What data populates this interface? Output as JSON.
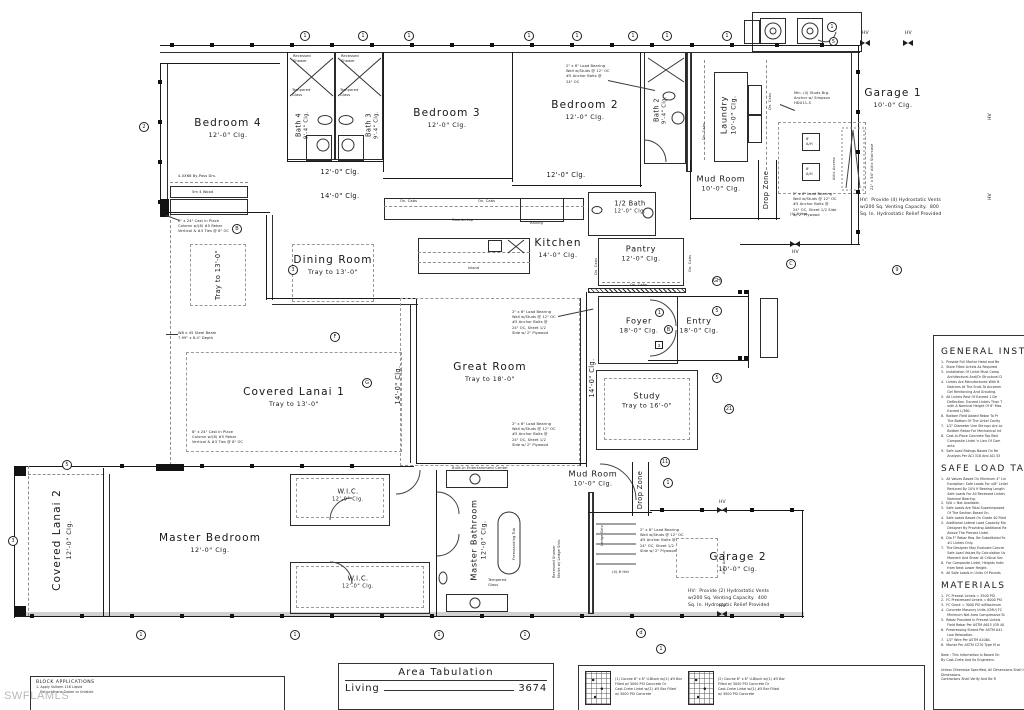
{
  "sheet": {
    "watermark": "SWFLAMLS",
    "background": "#ffffff",
    "line_color": "#1a1a1a"
  },
  "rooms": [
    {
      "name": "Bedroom 4",
      "ceiling": "12'-0\" Clg."
    },
    {
      "name": "Bath 4",
      "ceiling": "9'-4\" Clg."
    },
    {
      "name": "Bath 3",
      "ceiling": "9'-4\" Clg."
    },
    {
      "name": "Bedroom 3",
      "ceiling": "12'-0\" Clg."
    },
    {
      "name": "Bedroom 2",
      "ceiling": "12'-0\" Clg."
    },
    {
      "name": "Bath 2",
      "ceiling": "9'-4\" Clg."
    },
    {
      "name": "Laundry",
      "ceiling": "10'-0\" Clg."
    },
    {
      "name": "Garage 1",
      "ceiling": "10'-0\" Clg."
    },
    {
      "name": "Mud Room",
      "ceiling": "10'-0\" Clg."
    },
    {
      "name": "Drop Zone",
      "ceiling": ""
    },
    {
      "name": "1/2 Bath",
      "ceiling": "12'-0\" Clg."
    },
    {
      "name": "Kitchen",
      "ceiling": "14'-0\" Clg."
    },
    {
      "name": "Pantry",
      "ceiling": "12'-0\" Clg."
    },
    {
      "name": "Dining Room",
      "ceiling": "Tray to 13'-0\""
    },
    {
      "name": "Great Room",
      "ceiling": "Tray to 18'-0\""
    },
    {
      "name": "Foyer",
      "ceiling": "18'-0\" Clg."
    },
    {
      "name": "Entry",
      "ceiling": "18'-0\" Clg."
    },
    {
      "name": "Study",
      "ceiling": "Tray to 16'-0\""
    },
    {
      "name": "Covered Lanai 1",
      "ceiling": "Tray to 13'-0\""
    },
    {
      "name": "Covered Lanai 2",
      "ceiling": "12'-0\" Clg."
    },
    {
      "name": "Master Bedroom",
      "ceiling": "12'-0\" Clg."
    },
    {
      "name": "W.I.C.",
      "ceiling": "12'-0\" Clg."
    },
    {
      "name": "Master Bathroom",
      "ceiling": "12'-0\" Clg."
    },
    {
      "name": "Mud Room",
      "ceiling": "10'-0\" Clg."
    },
    {
      "name": "Garage 2",
      "ceiling": "10'-0\" Clg."
    }
  ],
  "labels": {
    "bedroom4": "Bedroom 4",
    "bedroom4_clg": "12'-0\" Clg.",
    "bath4": "Bath 4",
    "bath4_clg": "9'-4\" Clg.",
    "bath3": "Bath 3",
    "bath3_clg": "9'-4\" Clg.",
    "bedroom3": "Bedroom 3",
    "bedroom3_clg": "12'-0\" Clg.",
    "bedroom2": "Bedroom 2",
    "bedroom2_clg": "12'-0\" Clg.",
    "bath2": "Bath 2",
    "bath2_clg": "9'-4\" Clg.",
    "laundry": "Laundry",
    "laundry_clg": "10'-0\" Clg.",
    "garage1": "Garage 1",
    "garage1_clg": "10'-0\" Clg.",
    "mudroom1": "Mud Room",
    "mudroom1_clg": "10'-0\" Clg.",
    "dropzone1": "Drop Zone",
    "dropzone2": "Drop Zone",
    "halfbath": "1/2 Bath",
    "halfbath_clg": "12'-0\" Clg.",
    "kitchen": "Kitchen",
    "kitchen_clg": "14'-0\" Clg.",
    "pantry": "Pantry",
    "pantry_clg": "12'-0\" Clg.",
    "dining": "Dining Room",
    "dining_clg": "Tray to 13'-0\"",
    "great": "Great Room",
    "great_clg": "Tray to 18'-0\"",
    "foyer": "Foyer",
    "foyer_clg": "18'-0\" Clg.",
    "entry": "Entry",
    "entry_clg": "18'-0\" Clg.",
    "study": "Study",
    "study_clg": "Tray to 16'-0\"",
    "lanai1": "Covered Lanai 1",
    "lanai1_clg": "Tray to 13'-0\"",
    "lanai2": "Covered Lanai 2",
    "lanai2_clg": "12'-0\" Clg.",
    "master": "Master Bedroom",
    "master_clg": "12'-0\" Clg.",
    "wic1": "W.I.C.",
    "wic1_clg": "12'-0\" Clg.",
    "wic2": "W.I.C.",
    "wic2_clg": "12'-0\" Clg.",
    "mbath": "Master Bathroom",
    "mbath_clg": "12'-0\" Clg.",
    "mudroom2": "Mud Room",
    "mudroom2_clg": "10'-0\" Clg.",
    "garage2": "Garage 2",
    "garage2_clg": "10'-0\" Clg.",
    "tray1": "Tray to 13'-0\"",
    "tray_lanai_clg": "14'-0\" Clg.",
    "great_clg_side": "14'-0\" Clg.",
    "clg_120_a": "12'-0\" Clg.",
    "clg_120_b": "12'-0\" Clg.",
    "clg_140": "14'-0\" Clg."
  },
  "notes": {
    "hv_garage1": "HV:  Provide (4) Hydrostatic Vents\nw/200 Sq. Venting Capacity.  800\nSq. In. Hydrostatic Relief Provided",
    "hv_garage2": "HV:  Provide (2) Hydrostatic Vents\nw/200 Sq. Venting Capacity.  400\nSq. In. Hydrostatic Relief Provided",
    "load_bearing_a": "2\" x 6\" Load Bearing\nWall w/Studs @ 12\" OC\n#5 Anchor Bolts @\n24\" OC",
    "load_bearing_b": "2\" x 6\" Load Bearing\nWall w/Studs @ 12\" OC\n#5 Anchor Bolts @\n24\" OC, Sheet 1/2 Side\nw/ 2\" Plywood",
    "load_bearing_c": "2\" x 6\" Load Bearing\nWall w/Studs @ 12\" OC\n#5 Anchor Bolts @\n24\" OC, Sheet 1/2\nSide w/ 2\" Plywood",
    "load_bearing_d": "2\" x 6\" Load Bearing\nWall w/Studs @ 12\" OC\n#5 Anchor Bolts @\n24\" OC, Sheet 1/2\nSide w/ 2\" Plywood",
    "steel_beam": "W8 x 45 Steel Beam\n7.99\" x 8.4\" Depth",
    "col_in_place": "8\" x 24\" Cast In Place\nColumn w/(8) #5 Rebar\nVertical & #3 Ties @ 8\" OC",
    "col_in_place2": "8\" x 24\" Cast In Place\nColumn w/(8) #5 Rebar\nVertical & #3 Ties @ 8\" OC",
    "studs_note": "Min. (4) Studs Brg.\nAnchor w/ Simpson\nHDU11-S",
    "header_46": "(4)-6 Hdr",
    "header_46b": "(4)-6 Hdr",
    "attic_access": "Attic Access",
    "attic_stairs": "22\" x 54\" Attic Staircase",
    "ahu1": "8'\nA/H",
    "ahu2": "8'\nA/H",
    "island": "Island",
    "built_in": "Built-In Entertainment Center",
    "shelving_a": "5m 4 Wood",
    "oncabs": "On. Cabs",
    "bypass_door": "4-0X68 By-Pass Drs.",
    "recessed_shower": "Recessed\nShower",
    "tempered_glass": "Tempered\nGlass",
    "freestanding_tub": "Freestanding Tub",
    "recessed_shower2": "Recessed Shower\nNiche w/ Ledge Shlv.",
    "countertop": "Countertop",
    "railing": "Railing"
  },
  "spec_panel": {
    "sections": [
      {
        "heading": "GENERAL INST",
        "lines": "1.  Provide Full Mortar Head and Be\n2.  Store Filled Lintels As Required\n3.  Installation Of Lintel Must Comp\n      Architectural And/Or Structural D\n4.  Lintels Are Manufactured With B\n      Notches At The Ends To Accomm\n      Gel Reinforcing And Grouting.\n5.  All Lintels Rest Of Exceed 1 De\n      Deflection. Exceed Lintels Than T\n      with A Nominal Height Of 8\" Mas\n      Exceed L/360.\n6.  Bottom Field Added Rebar To Pr\n      The Bottom Of The Lintel Cavity\n7.  1/2\" Diameter Une Stirrups Are Lo\n      Bottom Rebar For Mechanical Int\n8.  Cast-In-Place Concrete Top Bed\n      Composite Lintel 'n Lieu Of Com\n      ants.\n9.  Safe Load Ratings Based On Re\n      Analysis Per ACI 318 And ACI 53"
      },
      {
        "heading": "SAFE LOAD TA",
        "lines": "1.  All Values Based On Minimum 4\" Lin\n      Exception: Safe Loads For u/8\" Lintel\n      Reduced By 10% If Bearing Length\n      Safe Loads For All Recessed Lintels\n      Nominal Bearing.\n2.  N/A = Not Available.\n3.  Safe Loads Are Total Superimposed\n      Of The Section Based On.\n4.  Safe Loads Based On Grade 40 Field\n5.  Additional Lateral Load Capacity Ma\n      Designer By Providing Additional Re\n      Above The Precast Lintel.\n6.  Dia F\" Rebar Req. Be Substituted Fo\n      #1 Lintels Only.\n7.  The Designer May Evaluate Concre\n      Safe Load Values By Calculation Us\n      Moment And Shear At Critical Sec\n8.  For Composite Lintel, Heights Indic\n      from Next Lower Height.\n9.  All Safe Loads In Units Of Pounds"
      },
      {
        "heading": "MATERIALS",
        "lines": "1.  FC Precast Lintels = 3500 PSI\n2.  FC Prestressed Lintels = 6000 PSI\n3.  FC Grout = 3000 PSI w/Maximum\n4.  Concrete Masonry Units (CMU) FC\n      Minimum Net Area Compressive St\n5.  Rebar Provided In Precast Lintels\n      Field Rebar Per ASTM A615 (GR 40\n6.  Prestressing Strand Per ASTM A41\n      Low Relaxation.\n7.  1/2\" Wire Per ASTM A1064.\n8.  Mortar Per ASTM C270 Type M or\n\nNote : This Information Is Based On\nBy Cast-Crete And Its Engineers.\n\nUnless Otherwise Specified, All Dimensions Shall Have Precedence Over Scaled\nDimensions.\nContractors Shall Verify And Be R"
      }
    ]
  },
  "area_tabulation": {
    "title": "Area Tabulation",
    "rows": [
      {
        "label": "Living",
        "value": "3674"
      }
    ]
  },
  "block_applications": {
    "heading": "BLOCK APPLICATIONS",
    "lines": "1. Apply Vulkem 116 Liquid\n    Polyurethane Sealer or Unistick"
  },
  "detail_boxes": [
    {
      "caption": "(1) Course 8\" x 8\" U-Block w/(1) #5 Bar\nFilled w/ 3000 PSI Concrete Or\nCast-Crete Lintel w/(1) #5 Bar Filled\nw/ 3000 PSI Concrete"
    },
    {
      "caption": "(2) Course 8\" x 8\" U-Block w/(1) #5 Bar\nFilled w/ 3000 PSI Concrete Or\nCast-Crete Lintel w/(1) #5 Bar Filled\nw/ 3000 PSI Concrete"
    }
  ],
  "markers": {
    "hv_tag": "HV",
    "grid_bubbles": [
      "1",
      "2",
      "3",
      "4",
      "5",
      "6",
      "7",
      "8",
      "9",
      "A",
      "B",
      "C",
      "D",
      "E",
      "F",
      "G"
    ]
  }
}
